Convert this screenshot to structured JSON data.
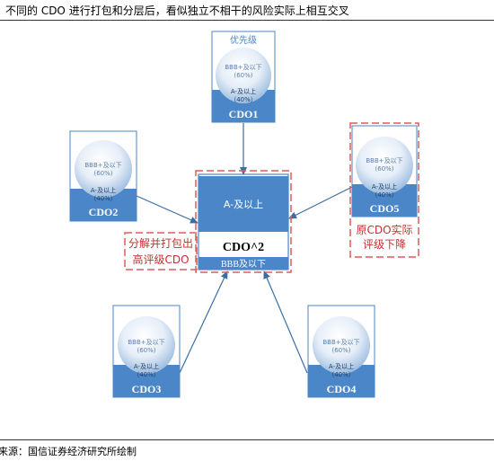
{
  "title": "不同的 CDO 进行打包和分层后，看似独立不相干的风险实际上相互交叉",
  "source": "来源：国信证券经济研究所绘制",
  "nodes": {
    "cdo1": {
      "name": "CDO1",
      "top_label": "优先级",
      "lower": "BBB+及以下",
      "lower_pct": "(60%)",
      "upper": "A-及以上",
      "upper_pct": "（40%）"
    },
    "cdo2": {
      "name": "CDO2",
      "lower": "BBB+及以下",
      "lower_pct": "(60%)",
      "upper": "A-及以上",
      "upper_pct": "（40%）"
    },
    "cdo3": {
      "name": "CDO3",
      "lower": "BBB+及以下",
      "lower_pct": "(60%)",
      "upper": "A-及以上",
      "upper_pct": "（40%）"
    },
    "cdo4": {
      "name": "CDO4",
      "lower": "BBB+及以下",
      "lower_pct": "(60%)",
      "upper": "A-及以上",
      "upper_pct": "（40%）"
    },
    "cdo5": {
      "name": "CDO5",
      "lower": "BBB+及以下",
      "lower_pct": "(60%)",
      "upper": "A-及以上",
      "upper_pct": "（40%）"
    }
  },
  "center": {
    "upper": "A-及以上",
    "name": "CDO^2",
    "lower": "BBB及以下"
  },
  "annotations": {
    "left_line1": "分解并打包出",
    "left_line2": "高评级CDO",
    "right_line1": "原CDO实际",
    "right_line2": "评级下降"
  },
  "colors": {
    "box": "#4a86c8",
    "box_dark": "#2e6db3",
    "dash": "#e05a5a",
    "arrow": "#3b6ea5"
  }
}
